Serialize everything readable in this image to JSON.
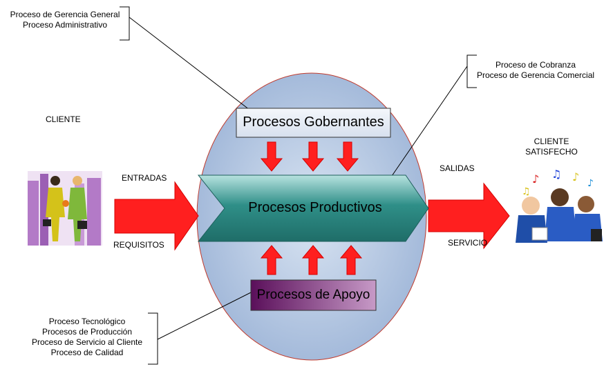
{
  "diagram": {
    "center_ellipse_color": "#a9c1e0",
    "arrow_color": "#ff1f1f",
    "productive_color": "#2e8b86",
    "support_color": "#7a1f7a",
    "governing_box_color": "#e6ecf5"
  },
  "labels": {
    "top_left_note": [
      "Proceso de Gerencia General",
      "Proceso Administrativo"
    ],
    "top_right_note": [
      "Proceso de Cobranza",
      "Proceso de Gerencia Comercial"
    ],
    "bottom_left_note": [
      "Proceso Tecnológico",
      "Procesos de Producción",
      "Proceso de Servicio al Cliente",
      "Proceso de Calidad"
    ],
    "client": "CLIENTE",
    "client_satisfied": [
      "CLIENTE",
      "SATISFECHO"
    ],
    "inputs": "ENTRADAS",
    "requirements": "REQUISITOS",
    "outputs": "SALIDAS",
    "service": "SERVICIO"
  },
  "boxes": {
    "governing": "Procesos Gobernantes",
    "productive": "Procesos Productivos",
    "support": "Procesos de Apoyo"
  },
  "images": {
    "client_illustration": "business-people-handshake-icon",
    "satisfied_client_illustration": "singing-people-icon"
  }
}
